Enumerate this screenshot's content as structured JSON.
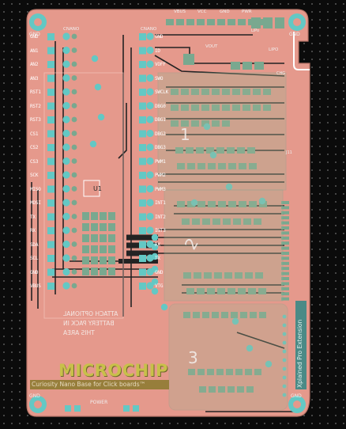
{
  "board": {
    "brand_logo": "MICROCHIP",
    "banner_text": "Curiosity Nano Base for Click boards™",
    "vertical_text": "Xplained Pro Extension",
    "battery_note": [
      "ATTACH OPTIONAL",
      "BATTERY PACK IN",
      "THIS AREA"
    ],
    "gnd_labels": [
      "GND",
      "GND",
      "GND",
      "GND"
    ],
    "power_label": "POWER",
    "connector_labels": [
      "CNANO",
      "CNANO"
    ],
    "left_pin_labels": [
      "GND",
      "AN1",
      "AN2",
      "AN3",
      "RST1",
      "RST2",
      "RST3",
      "CS1",
      "CS2",
      "CS3",
      "SCK",
      "MISO",
      "MOSI",
      "TX",
      "RX",
      "SDA",
      "SCL",
      "GND",
      "VBUS"
    ],
    "right_pin_labels": [
      "GND",
      "ID",
      "VOFF",
      "SWO",
      "SWCLK",
      "DBG0",
      "DBG1",
      "DBG2",
      "DBG3",
      "PWM1",
      "PWM2",
      "PWM3",
      "INT1",
      "INT2",
      "INT3",
      "RX",
      "TX",
      "GND",
      "VTG"
    ],
    "header_labels": [
      "VBUS",
      "VCC",
      "GND",
      "PWR",
      "VOUT",
      "LIPO"
    ],
    "mikrobus_numbers": [
      "1",
      "2",
      "3"
    ],
    "misc_labels": [
      "LiPo",
      "CHG",
      "J11",
      "U1"
    ]
  },
  "colors": {
    "board": "#e5998c",
    "copper": "#79a88f",
    "pad": "#63c8c4",
    "trace": "#232323",
    "silk": "#ffffff",
    "background": "#0b0b0b"
  }
}
